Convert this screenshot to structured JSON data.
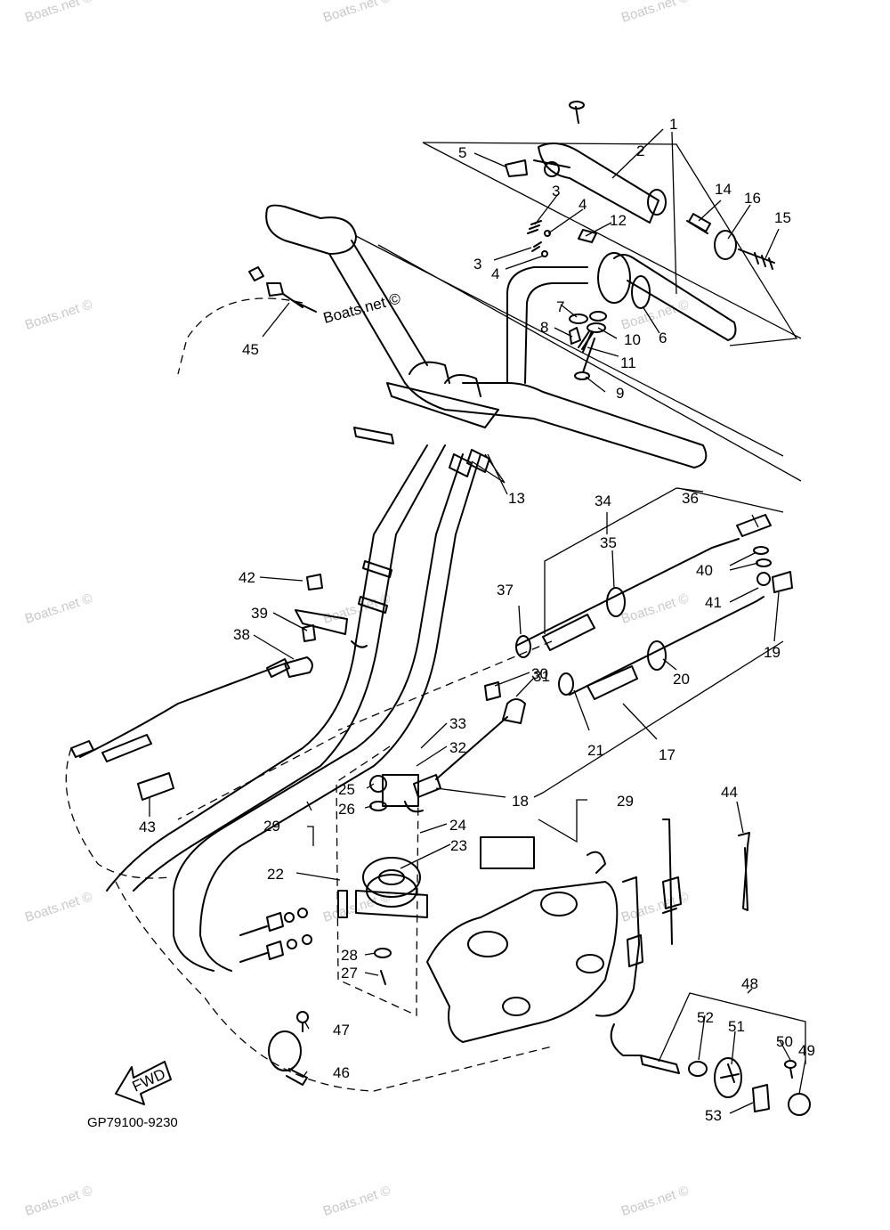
{
  "diagram": {
    "code": "GP79100-9230",
    "fwd_label": "FWD",
    "watermark": "Boats.net ©",
    "callout_watermark": "Boats.net ©",
    "parts": [
      "1",
      "2",
      "3",
      "3",
      "4",
      "4",
      "5",
      "6",
      "7",
      "8",
      "9",
      "10",
      "11",
      "12",
      "13",
      "14",
      "15",
      "16",
      "17",
      "18",
      "19",
      "20",
      "21",
      "22",
      "23",
      "24",
      "25",
      "26",
      "27",
      "28",
      "29",
      "29",
      "30",
      "31",
      "32",
      "33",
      "34",
      "35",
      "36",
      "37",
      "38",
      "39",
      "40",
      "41",
      "42",
      "43",
      "44",
      "45",
      "46",
      "47",
      "48",
      "49",
      "50",
      "51",
      "52",
      "53"
    ]
  }
}
